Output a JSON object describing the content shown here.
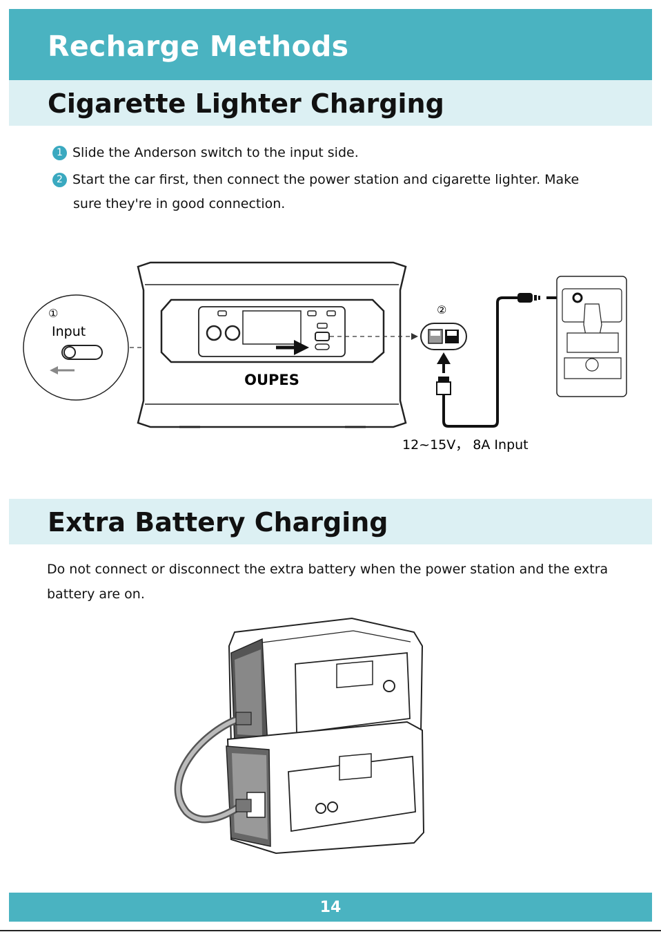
{
  "header": {
    "title": "Recharge Methods"
  },
  "section1": {
    "title": "Cigarette Lighter Charging",
    "steps": [
      {
        "num": "1",
        "text": "Slide the Anderson switch to the input side."
      },
      {
        "num": "2",
        "line1": "Start the car first, then connect the power station and cigarette lighter. Make",
        "line2": "sure they're in good connection."
      }
    ],
    "diagram": {
      "callout1": "①",
      "callout2": "②",
      "switch_label": "Input",
      "brand": "OUPES",
      "input_spec": "12~15V，  8A Input"
    }
  },
  "section2": {
    "title": "Extra Battery Charging",
    "warning": "Do not connect or disconnect the extra battery when the power station and the extra battery are on."
  },
  "footer": {
    "page_number": "14"
  }
}
